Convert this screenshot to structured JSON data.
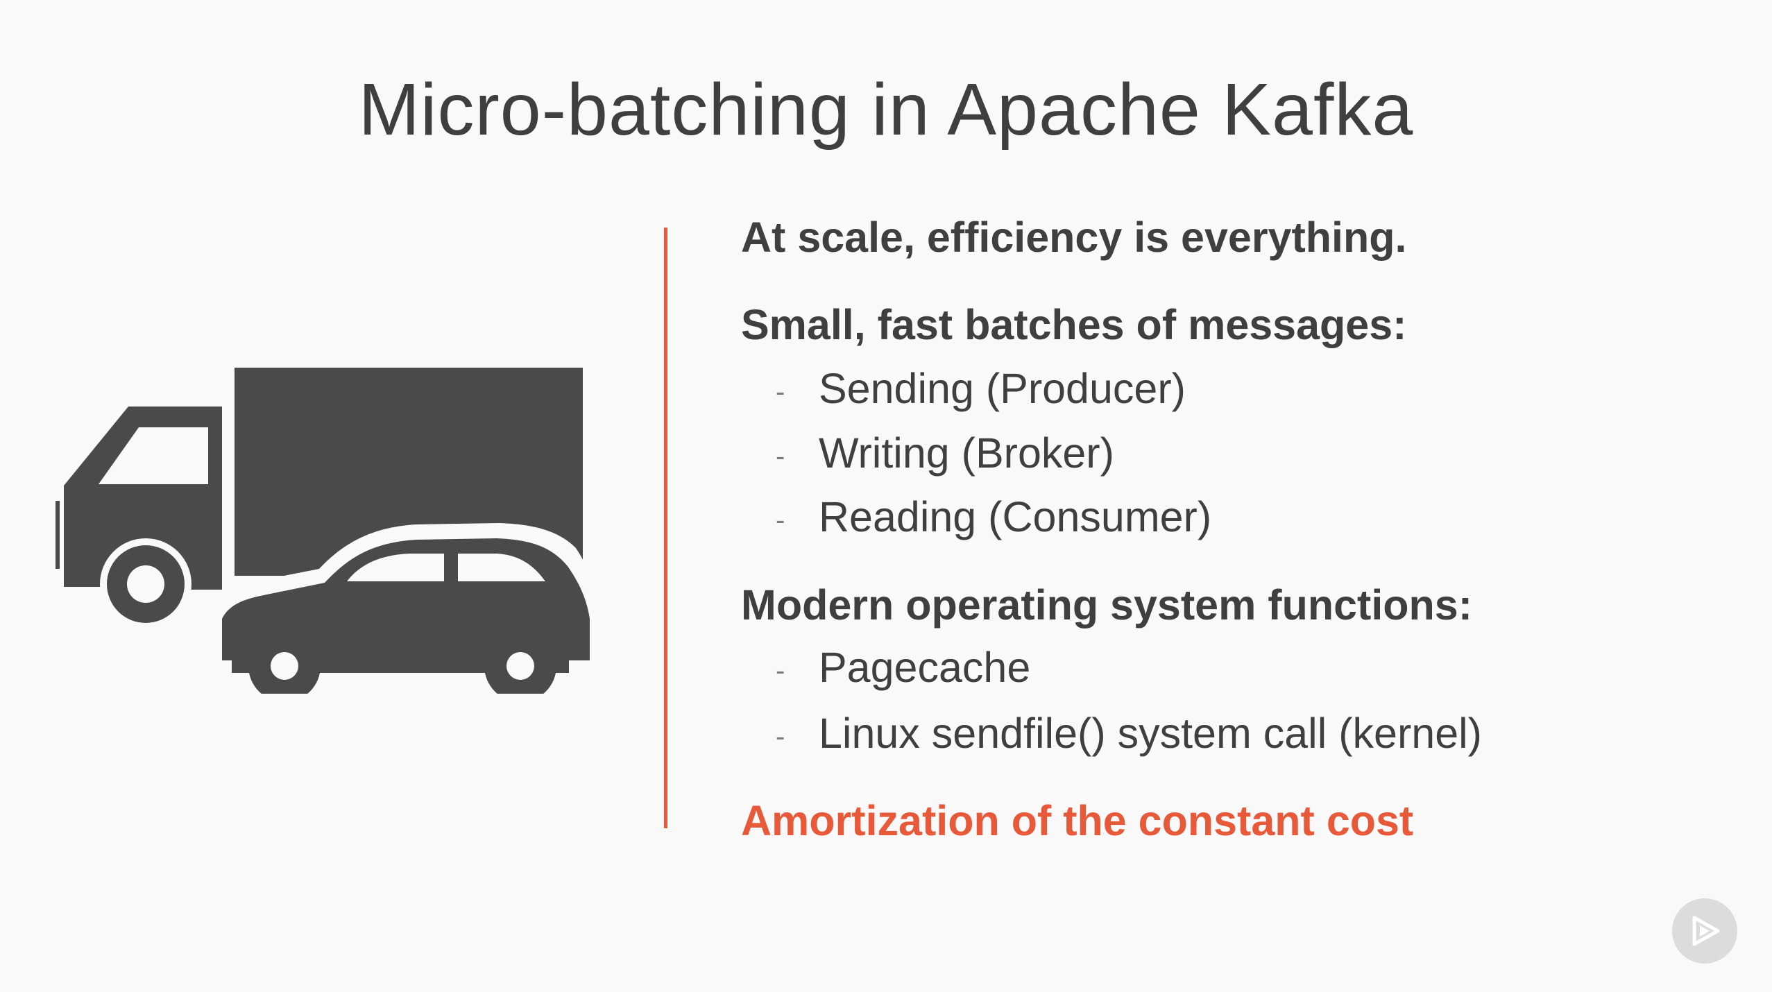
{
  "slide": {
    "title": "Micro-batching in Apache Kafka",
    "illustration_icon": "truck-and-car-icon",
    "headings": {
      "efficiency": "At scale, efficiency is everything.",
      "batches": "Small, fast batches of messages:",
      "os_functions": "Modern operating system functions:"
    },
    "batch_items": [
      {
        "dash": "-",
        "label": "Sending (Producer)"
      },
      {
        "dash": "-",
        "label": "Writing (Broker)"
      },
      {
        "dash": "-",
        "label": "Reading (Consumer)"
      }
    ],
    "os_items": [
      {
        "dash": "-",
        "label": "Pagecache"
      },
      {
        "dash": "-",
        "label": "Linux sendfile() system call (kernel)"
      }
    ],
    "highlight": "Amortization of the constant cost"
  },
  "player": {
    "play_icon": "play-icon"
  },
  "colors": {
    "accent": "#e8593a",
    "text": "#3f3f3f",
    "illustration": "#4a4a4a",
    "background": "#f9f9f9"
  }
}
